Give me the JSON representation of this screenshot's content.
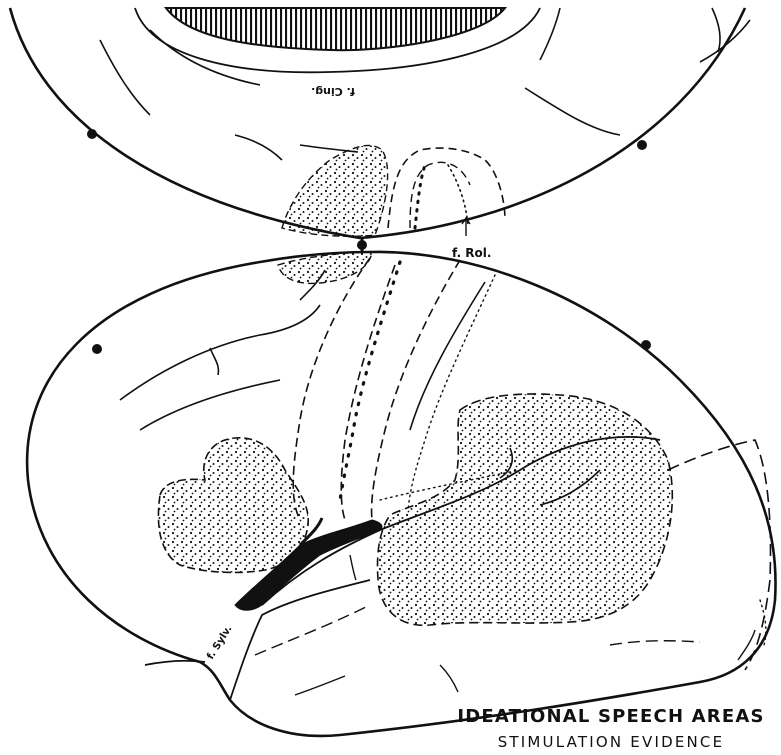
{
  "labels": {
    "cingulate": "f. Cing.",
    "rolandic": "f. Rol.",
    "sylvian": "f. Sylv."
  },
  "caption": {
    "title": "IDEATIONAL SPEECH AREAS",
    "subtitle": "STIMULATION EVIDENCE"
  },
  "colors": {
    "ink": "#111111",
    "paper": "#ffffff"
  }
}
